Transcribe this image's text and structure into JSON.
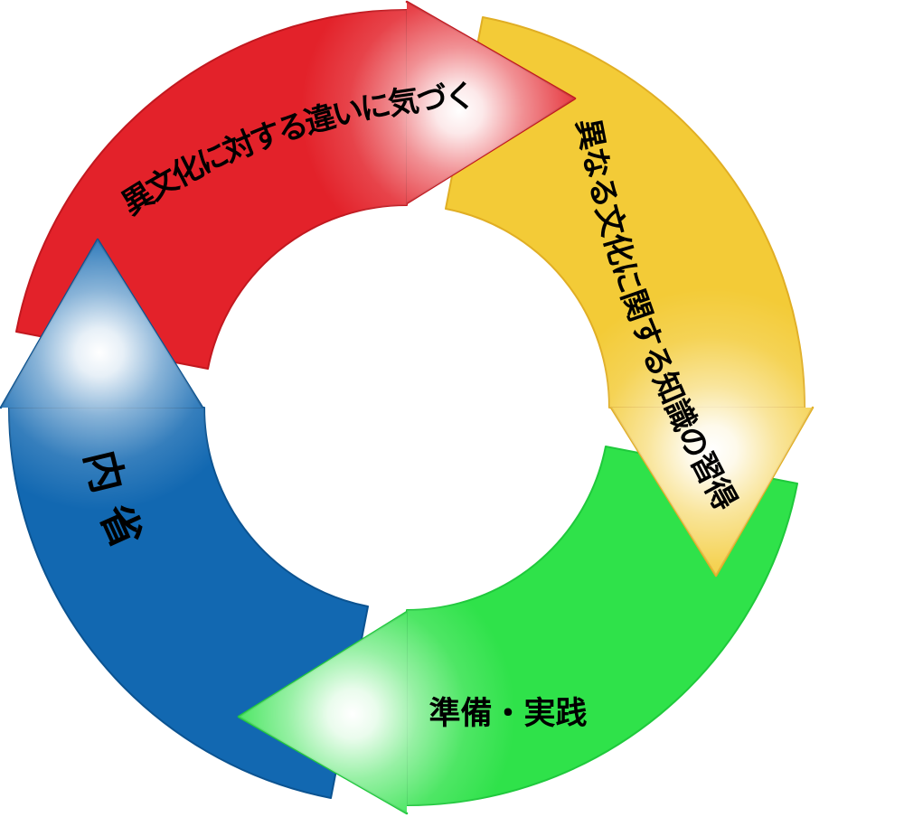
{
  "diagram": {
    "kind": "cycle-diagram",
    "direction": "clockwise",
    "background_color": "#ffffff",
    "text_color": "#000000",
    "steps": [
      {
        "position": "top",
        "label": "異文化に対する違いに気づく",
        "color": "#e3222a",
        "edge_color": "#c2181f"
      },
      {
        "position": "right",
        "label": "異なる文化に関する知識の習得",
        "color": "#f3cb37",
        "edge_color": "#e0ae24"
      },
      {
        "position": "bottom",
        "label": "準備・実践",
        "color": "#2fe24a",
        "edge_color": "#1fc93c"
      },
      {
        "position": "left",
        "label": "内省",
        "color": "#1268b1",
        "edge_color": "#0b5391"
      }
    ]
  }
}
